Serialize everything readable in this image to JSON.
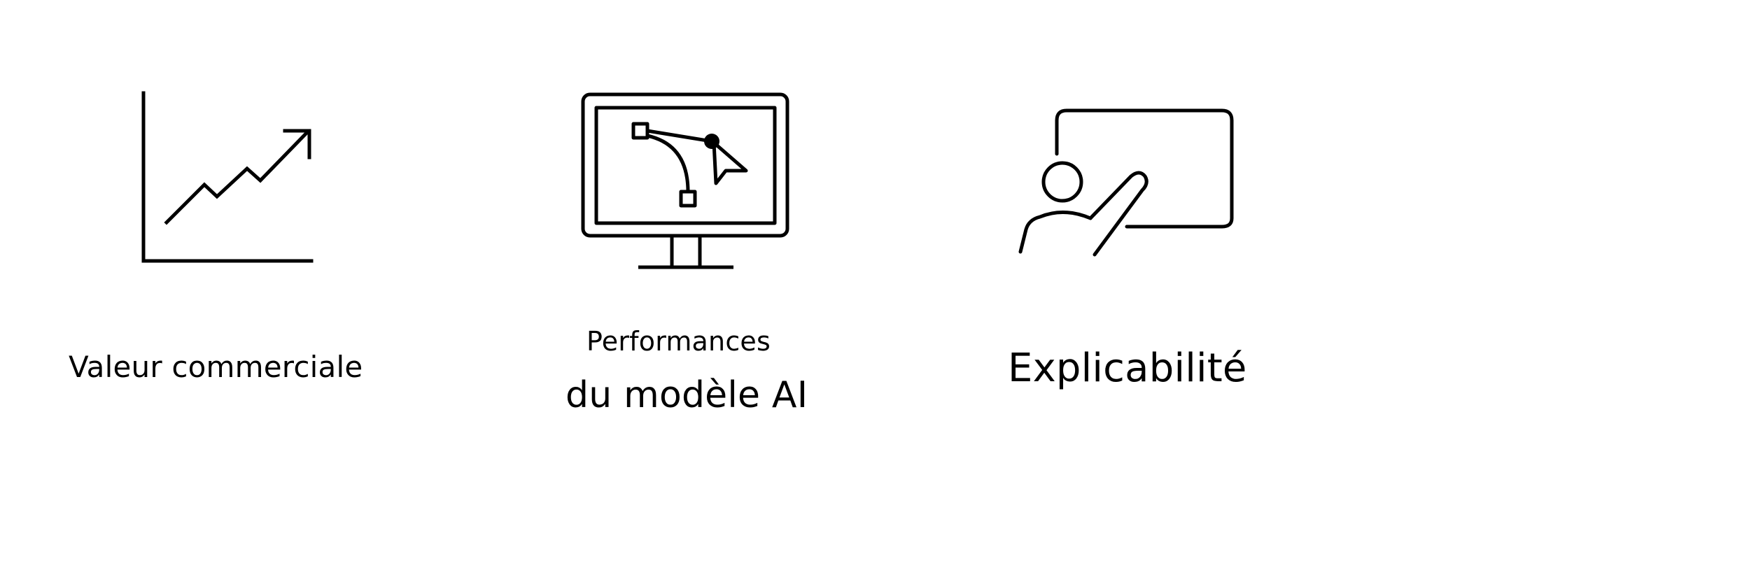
{
  "features": [
    {
      "id": "business-value",
      "icon": "growth-chart-icon",
      "label": "Valeur commerciale"
    },
    {
      "id": "model-performance",
      "icon": "monitor-vector-curve-icon",
      "label_line1": "Performances",
      "label_line2": "du modèle AI"
    },
    {
      "id": "explainability",
      "icon": "presenter-whiteboard-icon",
      "label": "Explicabilité"
    }
  ],
  "colors": {
    "background": "#ffffff",
    "foreground": "#000000"
  }
}
